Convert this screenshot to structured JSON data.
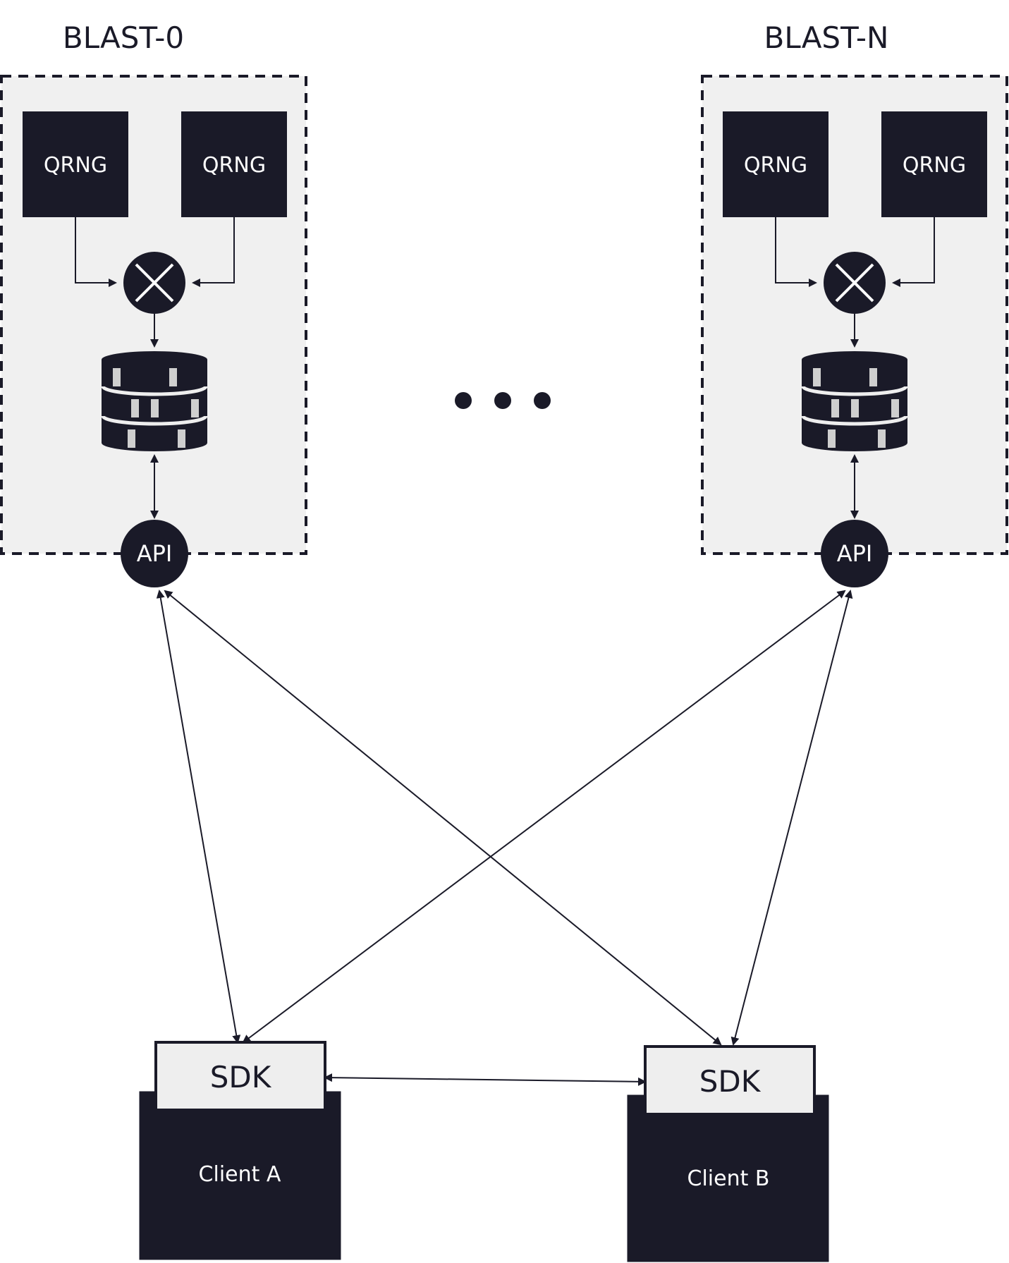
{
  "colors": {
    "dark": "#1a1a28",
    "panel_fill": "#f0f0f0",
    "light_box": "#eeeeee",
    "stripe": "#cfcfcf",
    "line": "#1a1a28"
  },
  "clusters": [
    {
      "title": "BLAST-0",
      "qrng_left": "QRNG",
      "qrng_right": "QRNG",
      "api": "API",
      "combiner_icon": "xor-combiner-icon",
      "storage_icon": "database-icon"
    },
    {
      "title": "BLAST-N",
      "qrng_left": "QRNG",
      "qrng_right": "QRNG",
      "api": "API",
      "combiner_icon": "xor-combiner-icon",
      "storage_icon": "database-icon"
    }
  ],
  "ellipsis_icon": "ellipsis-icon",
  "clients": [
    {
      "sdk": "SDK",
      "name": "Client A"
    },
    {
      "sdk": "SDK",
      "name": "Client B"
    }
  ]
}
